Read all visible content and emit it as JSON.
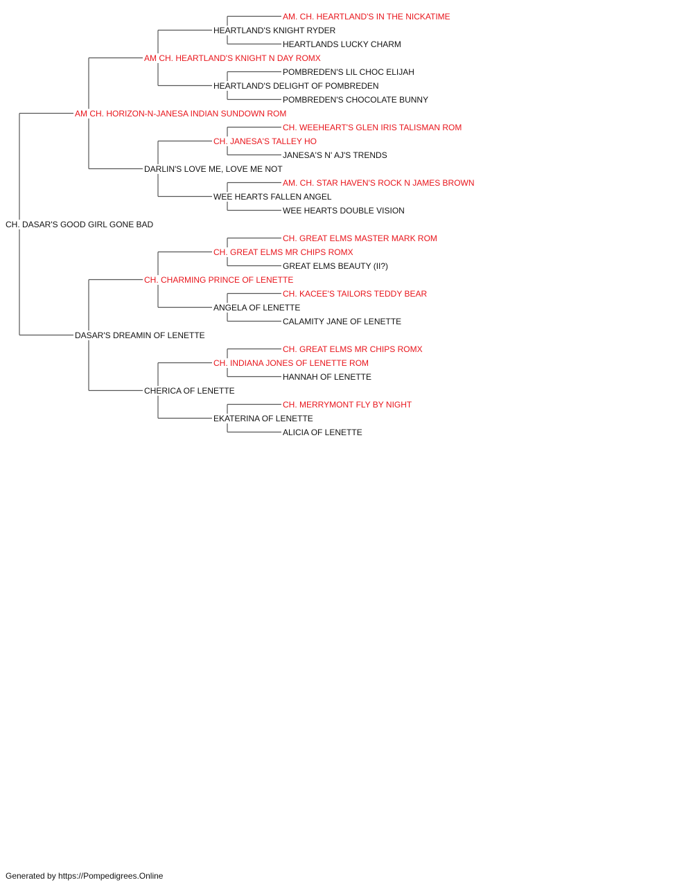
{
  "colors": {
    "champion": "#e8141b",
    "normal": "#111111",
    "lines": "#555555"
  },
  "pedigree": {
    "name": "CH. DASAR'S GOOD GIRL GONE BAD",
    "red": false,
    "sire": {
      "name": "AM CH. HORIZON-N-JANESA INDIAN SUNDOWN ROM",
      "red": true,
      "sire": {
        "name": "AM CH. HEARTLAND'S KNIGHT N DAY ROMX",
        "red": true,
        "sire": {
          "name": "HEARTLAND'S KNIGHT RYDER",
          "red": false,
          "sire": {
            "name": "AM. CH. HEARTLAND'S IN THE NICKATIME",
            "red": true,
            "sire": {
              "name": "HL SQUEAK",
              "red": false
            },
            "dam": {
              "name": "HEARTLANDS LUCKY CHARM",
              "red": false
            }
          },
          "dam": {
            "name": "HEARTLANDS LUCKY CHARM",
            "red": false,
            "sire": {
              "name": "BISCH. STOLANNE THUNDERBOLT THOR ROMX",
              "red": true
            },
            "dam": {
              "name": "WEE HEART'S HIGH SOCIETY",
              "red": false
            }
          }
        },
        "dam": {
          "name": "HEARTLAND'S DELIGHT OF POMBREDEN",
          "red": false,
          "sire": {
            "name": "POMBREDEN'S LIL CHOC ELIJAH",
            "red": false,
            "sire": {
              "name": "POMBREDEN'S LIL' CHOC ELISHA",
              "red": false
            },
            "dam": {
              "name": "POMBREDEN'S HEAVENLY KOKOBABE",
              "red": false
            }
          },
          "dam": {
            "name": "POMBREDEN'S CHOCOLATE BUNNY",
            "red": false,
            "sire": {
              "name": "POMWORTH'S SPUNKY COCOPUF",
              "red": false
            },
            "dam": {
              "name": "POMBREDEN'S CHOCOLATE SERENITY",
              "red": false
            }
          }
        }
      },
      "dam": {
        "name": "DARLIN'S LOVE ME, LOVE ME NOT",
        "red": false,
        "sire": {
          "name": "CH. JANESA'S TALLEY HO",
          "red": true,
          "sire": {
            "name": "CH. WEEHEART'S GLEN IRIS TALISMAN ROM",
            "red": true,
            "sire": {
              "name": "DOO-SHAY'S MYSTIC MACGYVER",
              "red": false
            },
            "dam": {
              "name": "CH. WEE HEART'S BEARLY AN ANGEL",
              "red": true
            }
          },
          "dam": {
            "name": "JANESA'S N' AJ'S TRENDS",
            "red": false,
            "sire": {
              "name": "CH. JANESA'S MAXX-FACTOR",
              "red": true
            },
            "dam": {
              "name": "JANESA'S FANCY PANTS",
              "red": false
            }
          }
        },
        "dam": {
          "name": "WEE HEARTS FALLEN ANGEL",
          "red": false,
          "sire": {
            "name": "AM. CH. STAR HAVEN'S ROCK N JAMES BROWN",
            "red": true,
            "sire": {
              "name": "AM. CH. STYLESTEPPER MARK OF OAKRIDGE ROM",
              "red": true
            },
            "dam": {
              "name": "STAR HAVEN'S CAMEO APPEARANCE",
              "red": false
            }
          },
          "dam": {
            "name": "WEE HEARTS DOUBLE VISION",
            "red": false,
            "sire": {
              "name": "WEE HEARTS DANA'S SHADOW",
              "red": false
            },
            "dam": {
              "name": "WEE HEARTS REGAL IMPRESSION",
              "red": false
            }
          }
        }
      }
    },
    "dam": {
      "name": "DASAR'S DREAMIN OF LENETTE",
      "red": false,
      "sire": {
        "name": "CH. CHARMING PRINCE OF LENETTE",
        "red": true,
        "sire": {
          "name": "CH. GREAT ELMS MR CHIPS ROMX",
          "red": true,
          "sire": {
            "name": "CH. GREAT ELMS MASTER MARK ROM",
            "red": true,
            "sire": {
              "name": "AM. CH. CEDARWOOD'S IMAGE OF DIAMOND ROMX",
              "red": true
            },
            "dam": {
              "name": "GREAT ELMS SWEET CANDY ROMS",
              "red": true
            }
          },
          "dam": {
            "name": "GREAT ELMS BEAUTY (II?)",
            "red": false,
            "sire": {
              "name": "CH. GREAT ELMS SWEET PRINCE ROM",
              "red": true
            },
            "dam": {
              "name": "WIL ANN'S COPPER PENNY",
              "red": false
            }
          }
        },
        "dam": {
          "name": "ANGELA OF LENETTE",
          "red": false,
          "sire": {
            "name": "CH. KACEE'S TAILORS TEDDY BEAR",
            "red": true,
            "sire": {
              "name": "CH. JANESA'S TAILOR-MADE OF KACEE'S",
              "red": true
            },
            "dam": {
              "name": "JAN-SHARS LILY AT KACEE'S",
              "red": false
            }
          },
          "dam": {
            "name": "CALAMITY JANE OF LENETTE",
            "red": false,
            "sire": {
              "name": "AM CH. DOMINIC OF LENETTE ROM",
              "red": true
            },
            "dam": {
              "name": "CHEYENNE'S BUN BUN OF LENETTE",
              "red": false
            }
          }
        }
      },
      "dam": {
        "name": "CHERICA OF LENETTE",
        "red": false,
        "sire": {
          "name": "CH. INDIANA JONES OF LENETTE ROM",
          "red": true,
          "sire": {
            "name": "CH. GREAT ELMS MR CHIPS ROMX",
            "red": true,
            "sire": {
              "name": "CH. GREAT ELMS MASTER MARK ROM",
              "red": true
            },
            "dam": {
              "name": "GREAT ELMS BEAUTY (II?)",
              "red": false
            }
          },
          "dam": {
            "name": "HANNAH OF LENETTE",
            "red": false,
            "sire": {
              "name": "AM. CH.CH. MILLAMOR'S DANCE OF SOURWOOD ROM",
              "red": true
            },
            "dam": {
              "name": "MACK'S RAMBLING GYPSY ROMX",
              "red": true
            }
          }
        },
        "dam": {
          "name": "EKATERINA OF LENETTE",
          "red": false,
          "sire": {
            "name": "CH. MERRYMONT FLY BY NIGHT",
            "red": true,
            "sire": {
              "name": "CH. MERRYMONT SAT'RDAY NITE FEVER ROM",
              "red": true
            },
            "dam": {
              "name": "MERRYMONT CAMEO KEEPSAKE ROMX",
              "red": true
            }
          },
          "dam": {
            "name": "ALICIA OF LENETTE",
            "red": false,
            "sire": {
              "name": "APPLE'S TRAVELING MIRACLE",
              "red": false
            },
            "dam": {
              "name": "YOLANDA'S TWINKLE OF LENETTE II",
              "red": false
            }
          }
        }
      }
    }
  },
  "footer": "Generated by https://Pompedigrees.Online"
}
